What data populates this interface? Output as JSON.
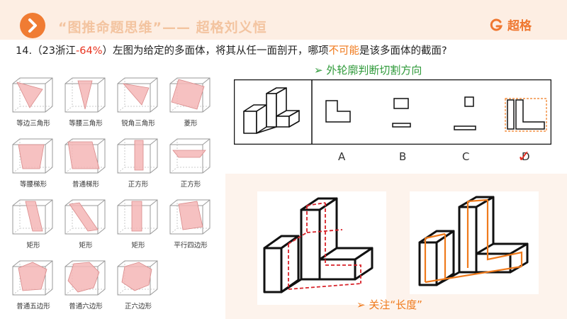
{
  "header": {
    "title": "“图推命题思维”—— 超格刘义恒",
    "brand": "超格",
    "nav_icon": "chevron-right-icon",
    "brand_icon": "g-logo-icon"
  },
  "question": {
    "number": "14.",
    "source_prefix": "（23浙江",
    "rate": "-64%",
    "source_suffix": "）",
    "text_a": "左图为给定的多面体，将其从任一面剖开，哪项",
    "highlight": "不可能",
    "text_b": "是该多面体的截面?"
  },
  "tip_top": "➢ 外轮廓判断切割方向",
  "tip_bottom": "➢ 关注“长度”",
  "thumbs": [
    {
      "label": "等边三角形"
    },
    {
      "label": "等腰三角形"
    },
    {
      "label": "锐角三角形"
    },
    {
      "label": "菱形"
    },
    {
      "label": "等腰梯形"
    },
    {
      "label": "普通梯形"
    },
    {
      "label": "正方形"
    },
    {
      "label": "正方形"
    },
    {
      "label": "矩形"
    },
    {
      "label": "矩形"
    },
    {
      "label": "矩形"
    },
    {
      "label": "平行四边形"
    },
    {
      "label": "普通五边形"
    },
    {
      "label": "普通六边形"
    },
    {
      "label": "正六边形"
    }
  ],
  "options": [
    "A",
    "B",
    "C",
    "D"
  ],
  "answer_mark": "✓",
  "colors": {
    "accent": "#f07c33",
    "header_bg": "#fdeee3",
    "highlight_red": "#e8331e",
    "tip_green": "#2f9a3a",
    "section_fill": "#f4b6b6"
  }
}
